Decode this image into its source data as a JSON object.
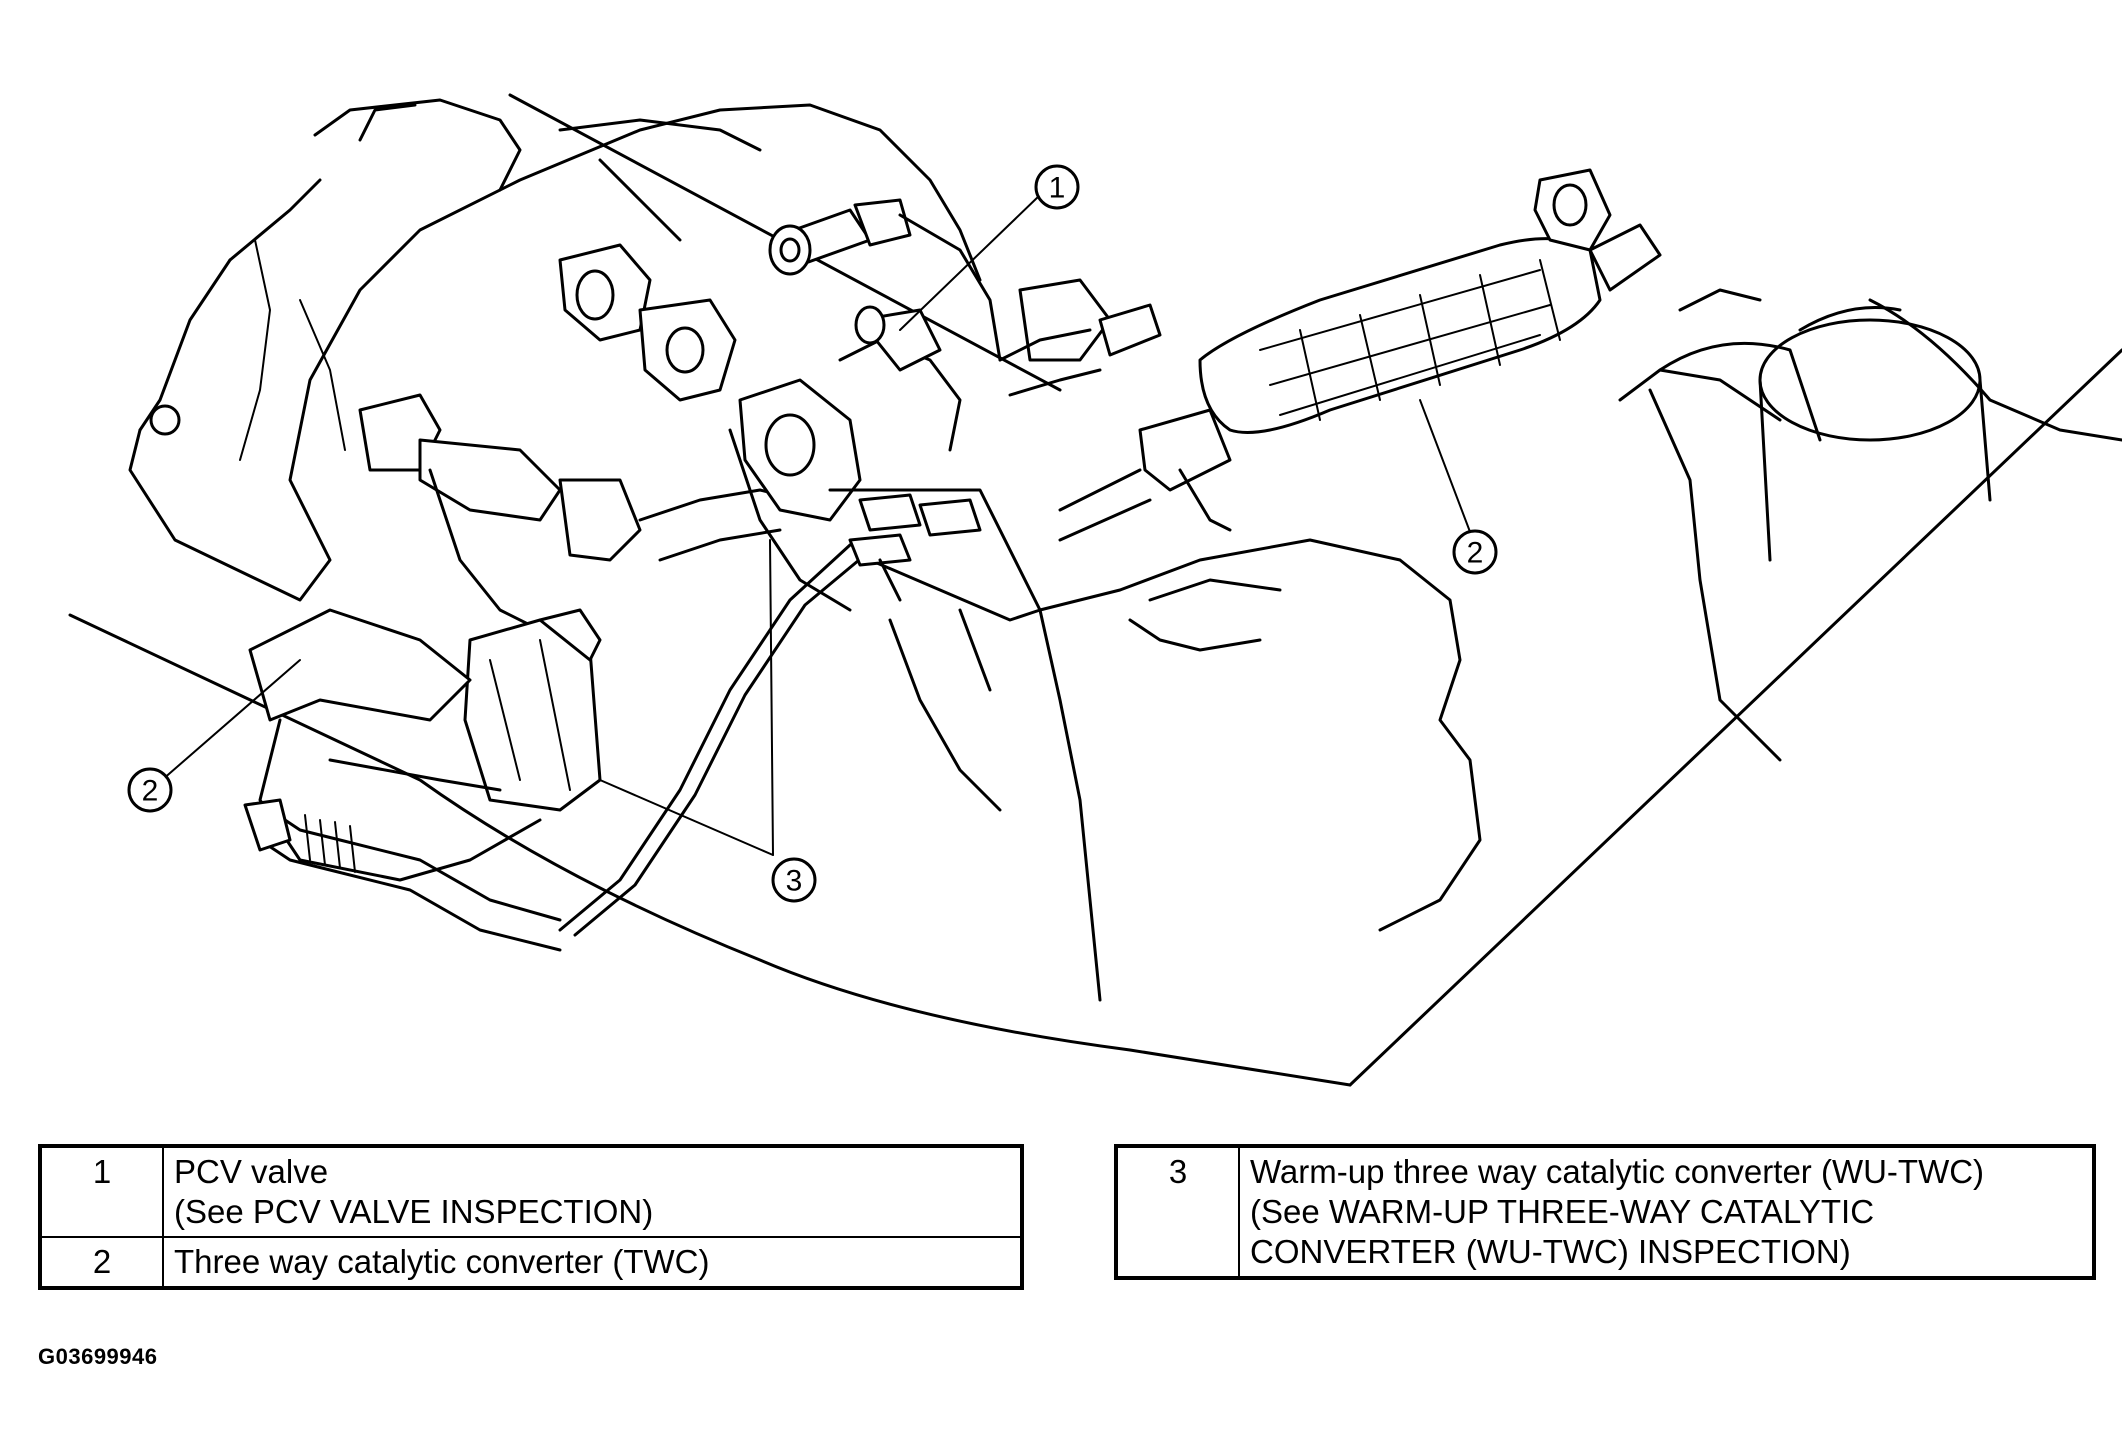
{
  "figure": {
    "code": "G03699946",
    "callouts": [
      "1",
      "2",
      "2",
      "3"
    ]
  },
  "legend_left": {
    "rows": [
      {
        "num": "1",
        "line1": "PCV valve",
        "line2": "(See PCV VALVE INSPECTION)"
      },
      {
        "num": "2",
        "line1": "Three way catalytic converter (TWC)"
      }
    ]
  },
  "legend_right": {
    "rows": [
      {
        "num": "3",
        "line1": "Warm-up three way catalytic converter (WU-TWC)",
        "line2": "(See WARM-UP THREE-WAY CATALYTIC",
        "line3": "CONVERTER (WU-TWC) INSPECTION)"
      }
    ]
  }
}
